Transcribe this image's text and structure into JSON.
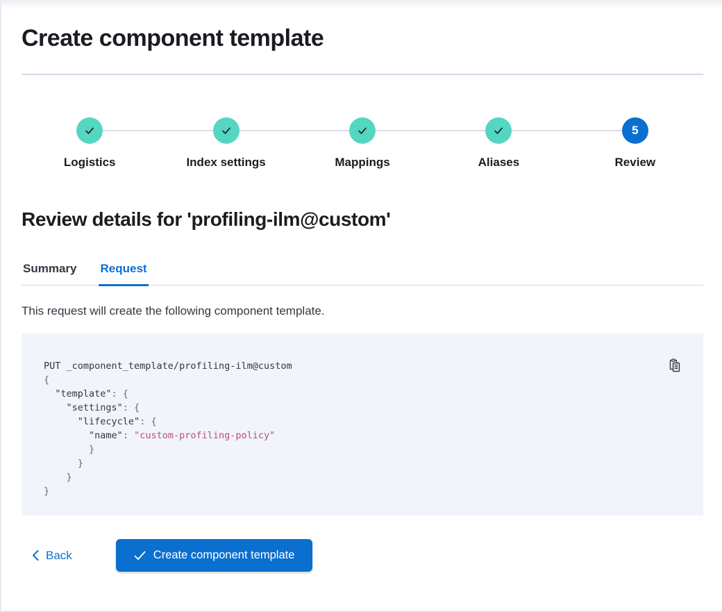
{
  "page": {
    "title": "Create component template"
  },
  "stepper": {
    "steps": [
      {
        "label": "Logistics",
        "status": "complete",
        "icon": "check"
      },
      {
        "label": "Index settings",
        "status": "complete",
        "icon": "check"
      },
      {
        "label": "Mappings",
        "status": "complete",
        "icon": "check"
      },
      {
        "label": "Aliases",
        "status": "complete",
        "icon": "check"
      },
      {
        "label": "Review",
        "status": "current",
        "number": "5"
      }
    ]
  },
  "review": {
    "heading": "Review details for 'profiling-ilm@custom'",
    "tabs": [
      {
        "label": "Summary",
        "active": false
      },
      {
        "label": "Request",
        "active": true
      }
    ],
    "description": "This request will create the following component template."
  },
  "code_block": {
    "copy_icon": "copy-clipboard-icon",
    "lines": [
      {
        "segments": [
          {
            "type": "plain",
            "text": "PUT _component_template/profiling-ilm@custom"
          }
        ]
      },
      {
        "segments": [
          {
            "type": "punct",
            "text": "{"
          }
        ]
      },
      {
        "segments": [
          {
            "type": "plain",
            "text": "  "
          },
          {
            "type": "key",
            "text": "\"template\""
          },
          {
            "type": "punct",
            "text": ": {"
          }
        ]
      },
      {
        "segments": [
          {
            "type": "plain",
            "text": "    "
          },
          {
            "type": "key",
            "text": "\"settings\""
          },
          {
            "type": "punct",
            "text": ": {"
          }
        ]
      },
      {
        "segments": [
          {
            "type": "plain",
            "text": "      "
          },
          {
            "type": "key",
            "text": "\"lifecycle\""
          },
          {
            "type": "punct",
            "text": ": {"
          }
        ]
      },
      {
        "segments": [
          {
            "type": "plain",
            "text": "        "
          },
          {
            "type": "key",
            "text": "\"name\""
          },
          {
            "type": "punct",
            "text": ": "
          },
          {
            "type": "string",
            "text": "\"custom-profiling-policy\""
          }
        ]
      },
      {
        "segments": [
          {
            "type": "punct",
            "text": "        }"
          }
        ]
      },
      {
        "segments": [
          {
            "type": "punct",
            "text": "      }"
          }
        ]
      },
      {
        "segments": [
          {
            "type": "punct",
            "text": "    }"
          }
        ]
      },
      {
        "segments": [
          {
            "type": "punct",
            "text": "}"
          }
        ]
      }
    ]
  },
  "footer": {
    "back_label": "Back",
    "create_label": "Create component template"
  },
  "colors": {
    "primary_blue": "#0b6fd0",
    "success_teal": "#54d6c2",
    "code_background": "#f1f4fa",
    "code_string": "#bd4c78",
    "divider": "#d3dae6",
    "heading_text": "#1a1c21",
    "body_text": "#343741"
  }
}
